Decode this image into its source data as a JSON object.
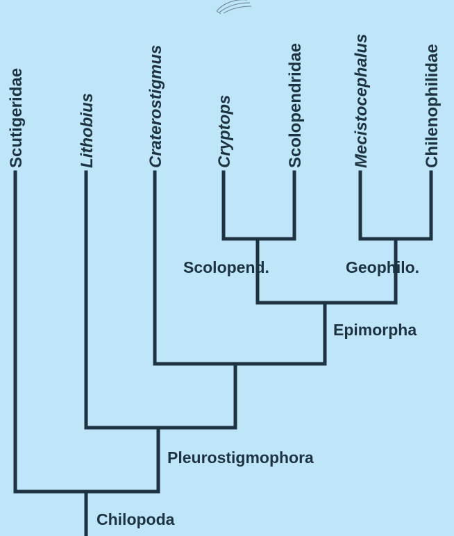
{
  "taxa": {
    "scutigeridae": "Scutigeridae",
    "lithobius": "Lithobius",
    "craterostigmus": "Craterostigmus",
    "cryptops": "Cryptops",
    "scolopendridae": "Scolopendridae",
    "mecistocephalus": "Mecistocephalus",
    "chilenophilidae": "Chilenophilidae"
  },
  "clades": {
    "scolopend": "Scolopend.",
    "geophilo": "Geophilo.",
    "epimorpha": "Epimorpha",
    "pleurostigmophora": "Pleurostigmophora",
    "chilopoda": "Chilopoda"
  },
  "colors": {
    "background": "#bfe6f8",
    "ink": "#1d3342"
  },
  "decor": {
    "sketch_icon": "centipede-sketch-icon"
  }
}
